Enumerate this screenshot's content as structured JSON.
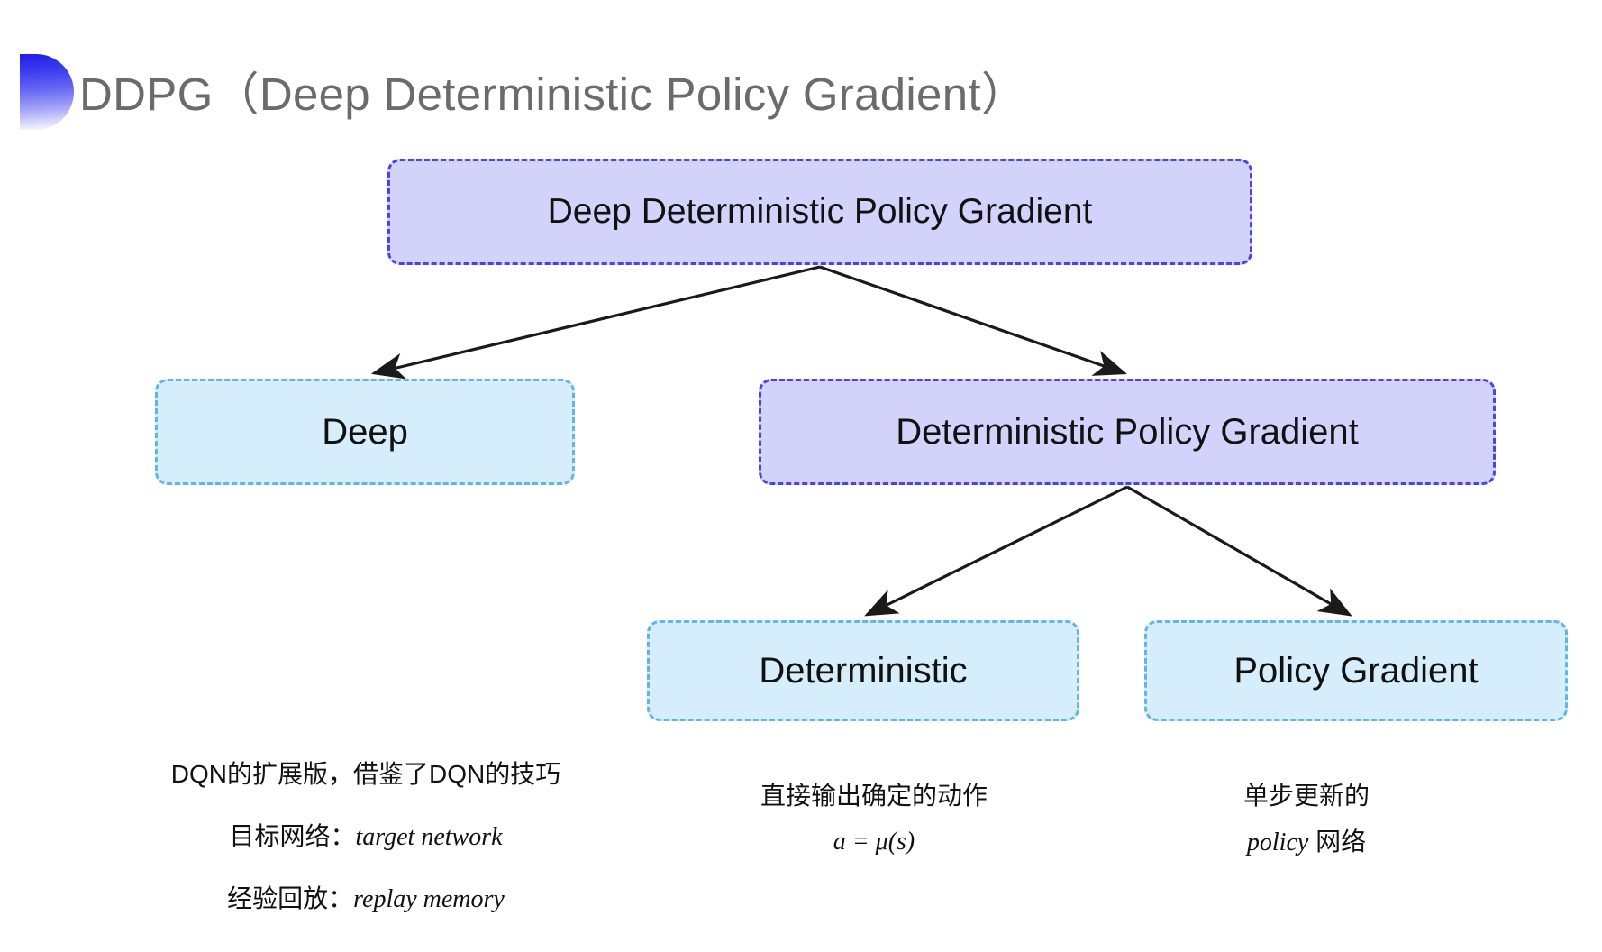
{
  "slide": {
    "title": "DDPG（Deep Deterministic Policy Gradient）",
    "background_color": "#ffffff",
    "accent_color": "#3b3bf0"
  },
  "diagram": {
    "type": "tree",
    "nodes": [
      {
        "id": "root",
        "label": "Deep Deterministic Policy Gradient",
        "style": "purple"
      },
      {
        "id": "deep",
        "label": "Deep",
        "style": "cyan"
      },
      {
        "id": "dpg",
        "label": "Deterministic Policy Gradient",
        "style": "purple"
      },
      {
        "id": "det",
        "label": "Deterministic",
        "style": "cyan"
      },
      {
        "id": "pg",
        "label": "Policy Gradient",
        "style": "cyan"
      }
    ],
    "edges": [
      {
        "from": "root",
        "to": "deep"
      },
      {
        "from": "root",
        "to": "dpg"
      },
      {
        "from": "dpg",
        "to": "det"
      },
      {
        "from": "dpg",
        "to": "pg"
      }
    ],
    "colors": {
      "purple_fill": "#d3d2fb",
      "purple_border": "#4b44e0",
      "cyan_fill": "#d6eefb",
      "cyan_border": "#64b6e2",
      "arrow": "#1a1a1a"
    }
  },
  "notes": {
    "deep": {
      "line1": "DQN的扩展版，借鉴了DQN的技巧",
      "line2_label": "目标网络：",
      "line2_term": "target network",
      "line3_label": "经验回放：",
      "line3_term": "replay memory"
    },
    "deterministic": {
      "line1": "直接输出确定的动作",
      "formula": "a = μ(s)"
    },
    "policy_gradient": {
      "line1": "单步更新的",
      "line2_term": "policy",
      "line2_suffix": " 网络"
    }
  }
}
